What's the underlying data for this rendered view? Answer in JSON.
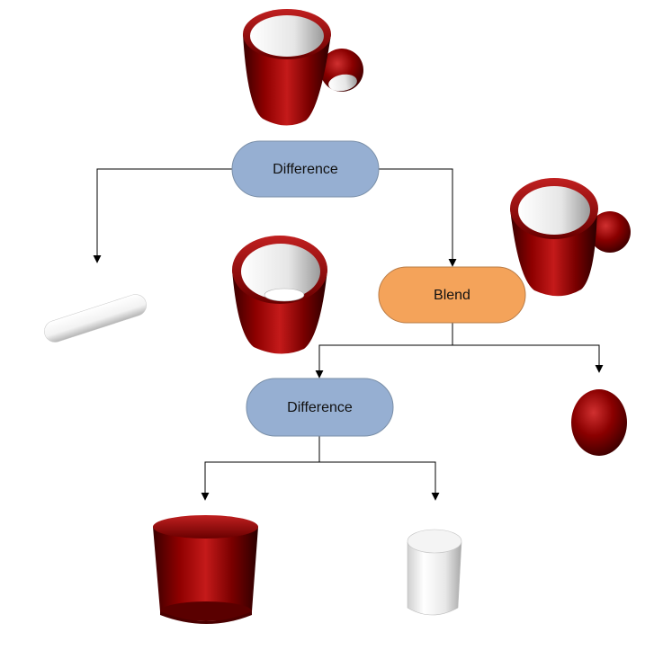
{
  "diagram": {
    "nodes": {
      "difference_top": {
        "label": "Difference",
        "color": "#96afd2",
        "stroke": "#7a8fa8"
      },
      "blend": {
        "label": "Blend",
        "color": "#f4a35a",
        "stroke": "#b97c47"
      },
      "difference_bottom": {
        "label": "Difference",
        "color": "#96afd2",
        "stroke": "#7a8fa8"
      }
    },
    "objects": [
      {
        "name": "mug-with-handle-result",
        "shape": "mug",
        "color": "#8b0000"
      },
      {
        "name": "handle-rod",
        "shape": "capsule",
        "color": "#ffffff"
      },
      {
        "name": "hollow-cup",
        "shape": "cup",
        "color": "#8b0000"
      },
      {
        "name": "mug-with-ball-handle",
        "shape": "mug",
        "color": "#8b0000"
      },
      {
        "name": "sphere",
        "shape": "ellipsoid",
        "color": "#8b0000"
      },
      {
        "name": "outer-cylinder",
        "shape": "cylinder",
        "color": "#8b0000"
      },
      {
        "name": "inner-cylinder",
        "shape": "cylinder",
        "color": "#ffffff"
      }
    ],
    "edges": [
      {
        "from": "difference_top",
        "to": "handle-rod"
      },
      {
        "from": "difference_top",
        "to": "blend"
      },
      {
        "from": "blend",
        "to": "difference_bottom"
      },
      {
        "from": "blend",
        "to": "sphere"
      },
      {
        "from": "difference_bottom",
        "to": "outer-cylinder"
      },
      {
        "from": "difference_bottom",
        "to": "inner-cylinder"
      }
    ]
  }
}
